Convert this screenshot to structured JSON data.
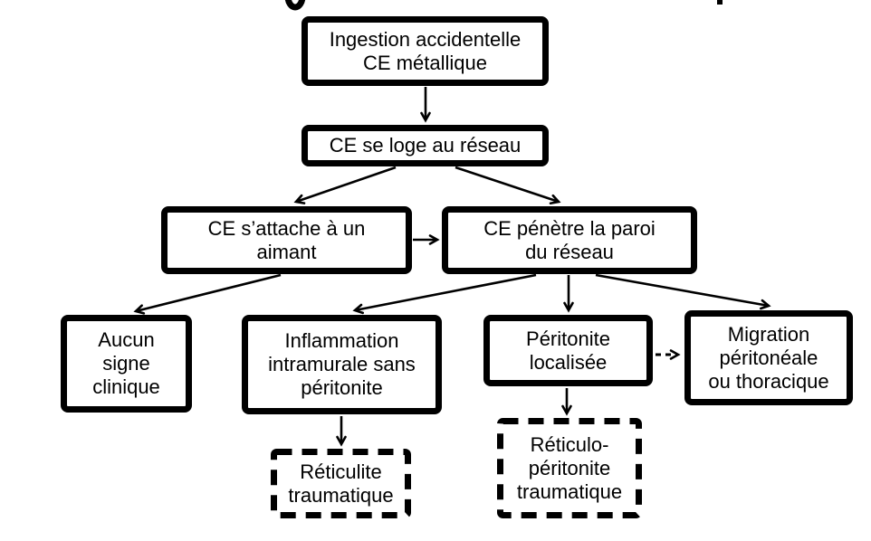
{
  "canvas": {
    "background_color": "#ffffff",
    "line_color": "#000000",
    "cropped_title_fragments": [
      "g-descender",
      "letter-stem"
    ]
  },
  "nodes": [
    {
      "id": "ingestion",
      "text": "Ingestion accidentelle\nCE métallique",
      "border": "solid"
    },
    {
      "id": "loge-reseau",
      "text": "CE se loge au réseau",
      "border": "solid"
    },
    {
      "id": "attache-aimant",
      "text": "CE s’attache à un\naimant",
      "border": "solid"
    },
    {
      "id": "penetre-paroi",
      "text": "CE pénètre la paroi\ndu réseau",
      "border": "solid"
    },
    {
      "id": "aucun-signe",
      "text": "Aucun\nsigne\nclinique",
      "border": "solid"
    },
    {
      "id": "inflammation",
      "text": "Inflammation\nintramurale sans\npéritonite",
      "border": "solid"
    },
    {
      "id": "peritonite-localisee",
      "text": "Péritonite\nlocalisée",
      "border": "solid"
    },
    {
      "id": "migration",
      "text": "Migration\npéritonéale\nou thoracique",
      "border": "solid"
    },
    {
      "id": "reticulite",
      "text": "Réticulite\ntraumatique",
      "border": "dashed"
    },
    {
      "id": "reticulo-peritonite",
      "text": "Réticulo-\npéritonite\ntraumatique",
      "border": "dashed"
    }
  ],
  "edges": [
    {
      "from": "ingestion",
      "to": "loge-reseau",
      "style": "solid"
    },
    {
      "from": "loge-reseau",
      "to": "attache-aimant",
      "style": "solid"
    },
    {
      "from": "loge-reseau",
      "to": "penetre-paroi",
      "style": "solid"
    },
    {
      "from": "attache-aimant",
      "to": "penetre-paroi",
      "style": "solid"
    },
    {
      "from": "attache-aimant",
      "to": "aucun-signe",
      "style": "solid"
    },
    {
      "from": "penetre-paroi",
      "to": "inflammation",
      "style": "solid"
    },
    {
      "from": "penetre-paroi",
      "to": "peritonite-localisee",
      "style": "solid"
    },
    {
      "from": "penetre-paroi",
      "to": "migration",
      "style": "solid"
    },
    {
      "from": "inflammation",
      "to": "reticulite",
      "style": "solid"
    },
    {
      "from": "peritonite-localisee",
      "to": "reticulo-peritonite",
      "style": "solid"
    },
    {
      "from": "peritonite-localisee",
      "to": "migration",
      "style": "dashed"
    }
  ]
}
